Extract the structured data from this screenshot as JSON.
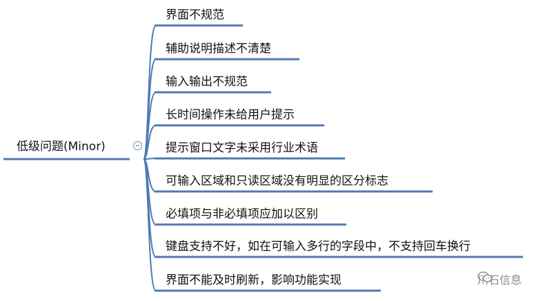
{
  "root": {
    "label": "低级问题(Minor)"
  },
  "children": [
    {
      "label": "界面不规范"
    },
    {
      "label": "辅助说明描述不清楚"
    },
    {
      "label": "输入输出不规范"
    },
    {
      "label": "长时间操作未给用户提示"
    },
    {
      "label": "提示窗口文字未采用行业术语"
    },
    {
      "label": "可输入区域和只读区域没有明显的区分标志"
    },
    {
      "label": "必填项与非必填项应加以区别"
    },
    {
      "label": "键盘支持不好，如在可输入多行的字段中，不支持回车换行"
    },
    {
      "label": "界面不能及时刷新，影响功能实现"
    }
  ],
  "watermark": {
    "text": "川石信息",
    "icon": "wechat-icon"
  },
  "colors": {
    "line": "#4f79b3"
  }
}
